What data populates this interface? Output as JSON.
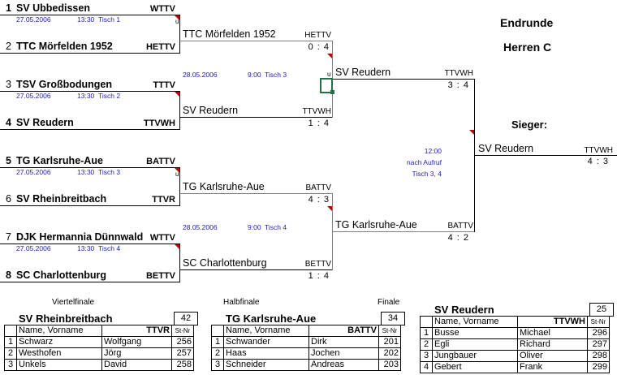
{
  "header": {
    "title": "Endrunde",
    "subtitle": "Herren C",
    "winner_label": "Sieger:"
  },
  "round1": [
    {
      "seed": "1",
      "name": "SV Ubbedissen",
      "assoc": "WTTV"
    },
    {
      "seed": "2",
      "name": "TTC Mörfelden 1952",
      "assoc": "HETTV"
    },
    {
      "seed": "3",
      "name": "TSV Großbodungen",
      "assoc": "TTTV"
    },
    {
      "seed": "4",
      "name": "SV Reudern",
      "assoc": "TTVWH"
    },
    {
      "seed": "5",
      "name": "TG Karlsruhe-Aue",
      "assoc": "BATTV"
    },
    {
      "seed": "6",
      "name": "SV Rheinbreitbach",
      "assoc": "TTVR"
    },
    {
      "seed": "7",
      "name": "DJK Hermannia Dünnwald",
      "assoc": "WTTV"
    },
    {
      "seed": "8",
      "name": "SC Charlottenburg",
      "assoc": "BETTV"
    }
  ],
  "round1_info": [
    {
      "date": "27.05.2006",
      "time": "13:30",
      "table": "Tisch 1"
    },
    {
      "date": "27.05.2006",
      "time": "13:30",
      "table": "Tisch 2"
    },
    {
      "date": "27.05.2006",
      "time": "13:30",
      "table": "Tisch 3"
    },
    {
      "date": "27.05.2006",
      "time": "13:30",
      "table": "Tisch 4"
    }
  ],
  "round2": [
    {
      "name": "TTC Mörfelden 1952",
      "assoc": "HETTV",
      "score": "0 : 4"
    },
    {
      "name": "SV Reudern",
      "assoc": "TTVWH",
      "score": "1 : 4"
    },
    {
      "name": "TG Karlsruhe-Aue",
      "assoc": "BATTV",
      "score": "4 : 3"
    },
    {
      "name": "SC Charlottenburg",
      "assoc": "BETTV",
      "score": "1 : 4"
    }
  ],
  "round2_info": [
    {
      "date": "28.05.2006",
      "time": "9:00",
      "table": "Tisch 3"
    },
    {
      "date": "28.05.2006",
      "time": "9:00",
      "table": "Tisch 4"
    }
  ],
  "round3": [
    {
      "name": "SV Reudern",
      "assoc": "TTVWH",
      "score": "3 : 4"
    },
    {
      "name": "TG Karlsruhe-Aue",
      "assoc": "BATTV",
      "score": "4 : 2"
    }
  ],
  "final_info": {
    "time": "12:00",
    "note": "nach Aufruf",
    "table": "Tisch 3, 4"
  },
  "winner": {
    "name": "SV Reudern",
    "assoc": "TTVWH",
    "score": "4 : 3"
  },
  "marker_u": "u",
  "captions": {
    "quarter": "Viertelfinale",
    "semi": "Halbfinale",
    "final": "Finale"
  },
  "rosters": [
    {
      "team": "SV Rheinbreitbach",
      "num": "42",
      "col_name": "Name, Vorname",
      "assoc": "TTVR",
      "col_id": "St-Nr",
      "players": [
        {
          "n": "1",
          "last": "Schwarz",
          "first": "Wolfgang",
          "id": "256"
        },
        {
          "n": "2",
          "last": "Westhofen",
          "first": "Jörg",
          "id": "257"
        },
        {
          "n": "3",
          "last": "Unkels",
          "first": "David",
          "id": "258"
        }
      ]
    },
    {
      "team": "TG Karlsruhe-Aue",
      "num": "34",
      "col_name": "Name, Vorname",
      "assoc": "BATTV",
      "col_id": "St-Nr",
      "players": [
        {
          "n": "1",
          "last": "Schwander",
          "first": "Dirk",
          "id": "201"
        },
        {
          "n": "2",
          "last": "Haas",
          "first": "Jochen",
          "id": "202"
        },
        {
          "n": "3",
          "last": "Schneider",
          "first": "Andreas",
          "id": "203"
        }
      ]
    },
    {
      "team": "SV Reudern",
      "num": "25",
      "col_name": "Name, Vorname",
      "assoc": "TTVWH",
      "col_id": "St-Nr",
      "players": [
        {
          "n": "1",
          "last": "Busse",
          "first": "Michael",
          "id": "296"
        },
        {
          "n": "2",
          "last": "Egli",
          "first": "Richard",
          "id": "297"
        },
        {
          "n": "3",
          "last": "Jungbauer",
          "first": "Oliver",
          "id": "298"
        },
        {
          "n": "4",
          "last": "Gebert",
          "first": "Frank",
          "id": "299"
        }
      ]
    }
  ]
}
